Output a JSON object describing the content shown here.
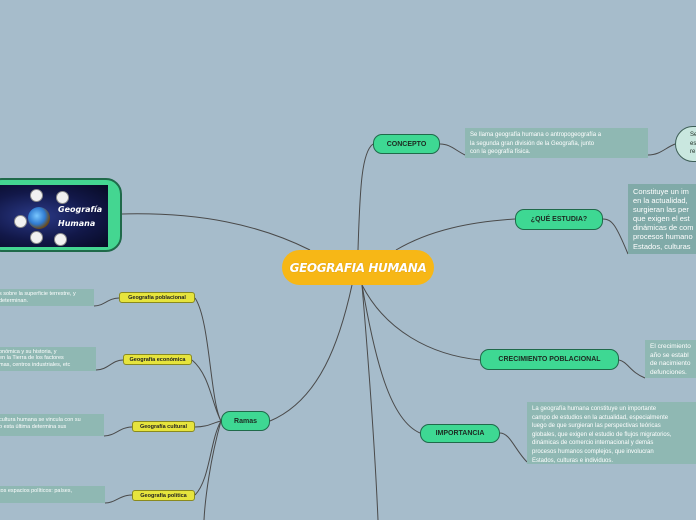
{
  "central": {
    "title": "GEOGRAFIA HUMANA"
  },
  "image": {
    "alt": "Geografía Humana",
    "line1": "Geografía",
    "line2": "Humana"
  },
  "branches": {
    "concepto": {
      "label": "CONCEPTO",
      "note": "Se llama geografía humana o antropogeografía a\nla segunda gran división de la Geografía, junto\ncon la geografía física.",
      "bubble": "Se\nes\nre"
    },
    "que_estudia": {
      "label": "¿QUÉ ESTUDIA?",
      "note": "Constituye un im\nen la actualidad,\nsurgieran las per\nque exigen el est\ndinámicas de com\nprocesos humano\nEstados, culturas"
    },
    "crecimiento": {
      "label": "CRECIMIENTO POBLACIONAL",
      "note": "El crecimiento\naño se establ\nde nacimiento\ndefunciones."
    },
    "importancia": {
      "label": "IMPORTANCIA",
      "note": "La geografía humana constituye un importante\ncampo de estudios en la actualidad, especialmente\nluego de que surgieran las perspectivas teóricas\nglobales, que exigen el estudio de flujos migratorios,\ndinámicas de comercio internacional y demás\nprocesos humanos complejos, que involucran\nEstados, culturas e individuos."
    },
    "ramas": {
      "label": "Ramas",
      "items": [
        {
          "label": "Geografía poblacional",
          "note": "s sobre la superficie terrestre, y\ndeterminan."
        },
        {
          "label": "Geografía económica",
          "note": "onómica y su historia, y\nen la Tierra de los factores\nmas, centros industriales, etc"
        },
        {
          "label": "Geografía cultural",
          "note": "cultura humana se vincula con su\no esta última determina sus"
        },
        {
          "label": "Geografía política",
          "note": "tos espacios políticos: países,"
        }
      ]
    }
  }
}
